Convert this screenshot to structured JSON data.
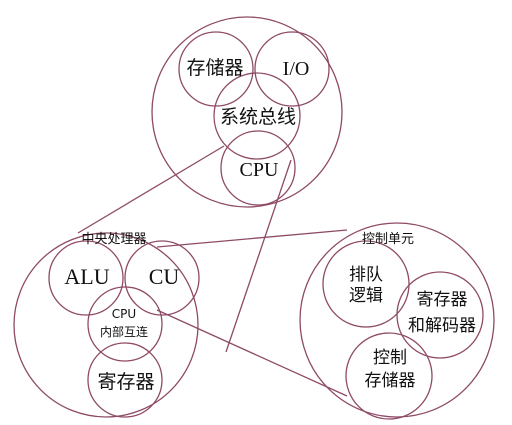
{
  "labels": {
    "memory": "存储器",
    "io": "I/O",
    "system_bus": "系统总线",
    "cpu_top": "CPU",
    "cpu_group": "中央处理器",
    "alu": "ALU",
    "cu": "CU",
    "cpu_interconnect_line1": "CPU",
    "cpu_interconnect_line2": "内部互连",
    "registers": "寄存器",
    "control_unit": "控制单元",
    "sequencing_line1": "排队",
    "sequencing_line2": "逻辑",
    "reg_decoder_line1": "寄存器",
    "reg_decoder_line2": "和解码器",
    "control_memory_line1": "控制",
    "control_memory_line2": "存储器"
  },
  "colors": {
    "stroke": "#8e4a66",
    "text": "#111111",
    "background": "#ffffff"
  }
}
